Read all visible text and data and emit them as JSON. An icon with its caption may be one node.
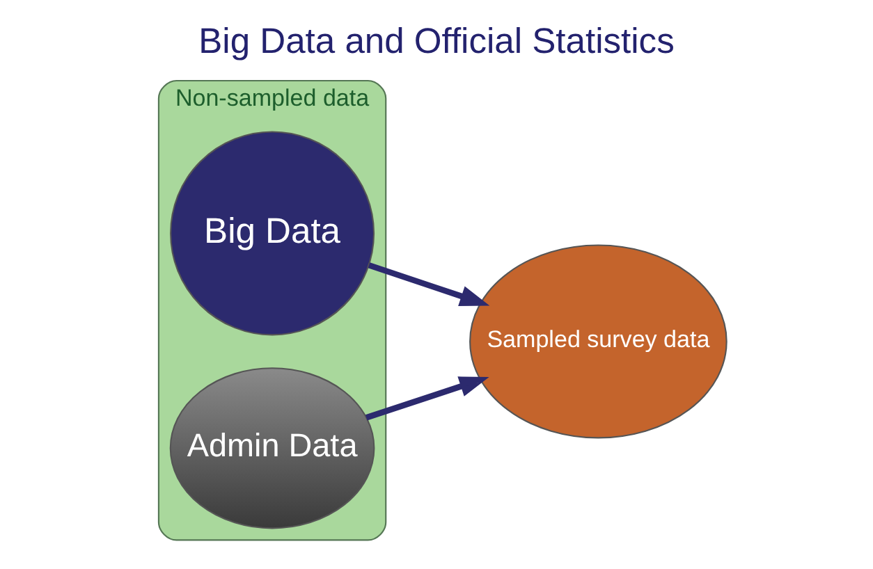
{
  "diagram": {
    "title": "Big Data and Official Statistics",
    "nodes": [
      {
        "text": [
          "Non-sampled data"
        ]
      },
      {
        "text": [
          "Big Data"
        ],
        "in": 0
      },
      {
        "text": [
          "Admin Data"
        ],
        "in": 0
      },
      {
        "text": [
          "Sampled survey data"
        ]
      }
    ],
    "edges": [
      {
        "from": 2,
        "to": 3,
        "arrow": "to"
      },
      {
        "from": 1,
        "to": 3,
        "arrow": "to"
      }
    ]
  }
}
